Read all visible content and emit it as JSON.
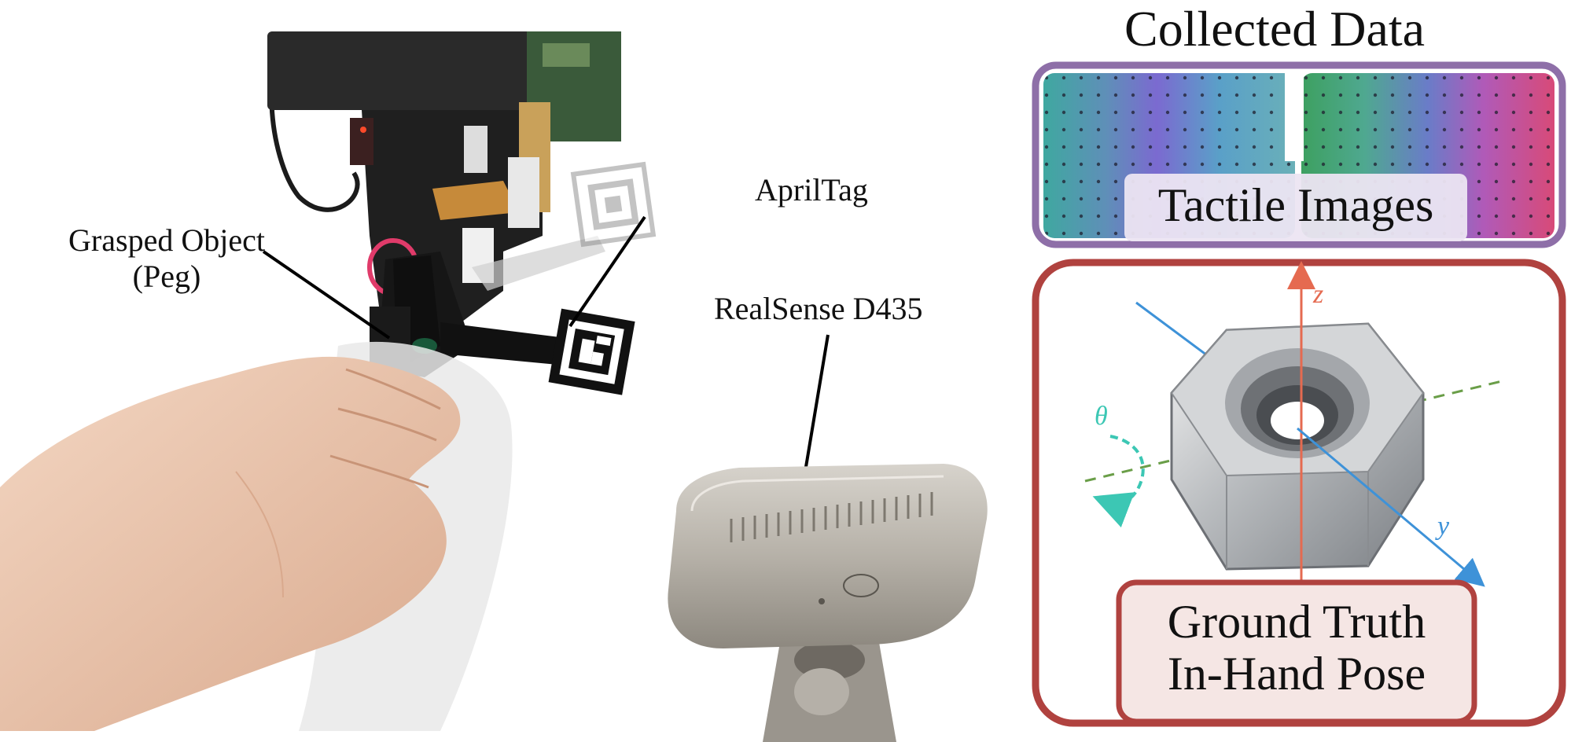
{
  "header": {
    "title": "Collected Data"
  },
  "callouts": {
    "grasped_object": [
      "Grasped Object",
      "(Peg)"
    ],
    "april_tag": "AprilTag",
    "camera": "RealSense D435"
  },
  "tactile_panel": {
    "label": "Tactile Images"
  },
  "pose_panel": {
    "label": [
      "Ground Truth",
      "In-Hand Pose"
    ],
    "axes": {
      "z": "z",
      "y": "y",
      "theta": "θ"
    }
  },
  "colors": {
    "tactile_border": "#8e6fa8",
    "tactile_label_bg": "#ece5f2",
    "pose_border": "#b0423f",
    "pose_label_bg": "#f5e6e4",
    "z_axis": "#e56a50",
    "y_axis": "#3e92d8",
    "x_axis": "#6a9e48",
    "theta_arrow": "#3cc7b4"
  }
}
